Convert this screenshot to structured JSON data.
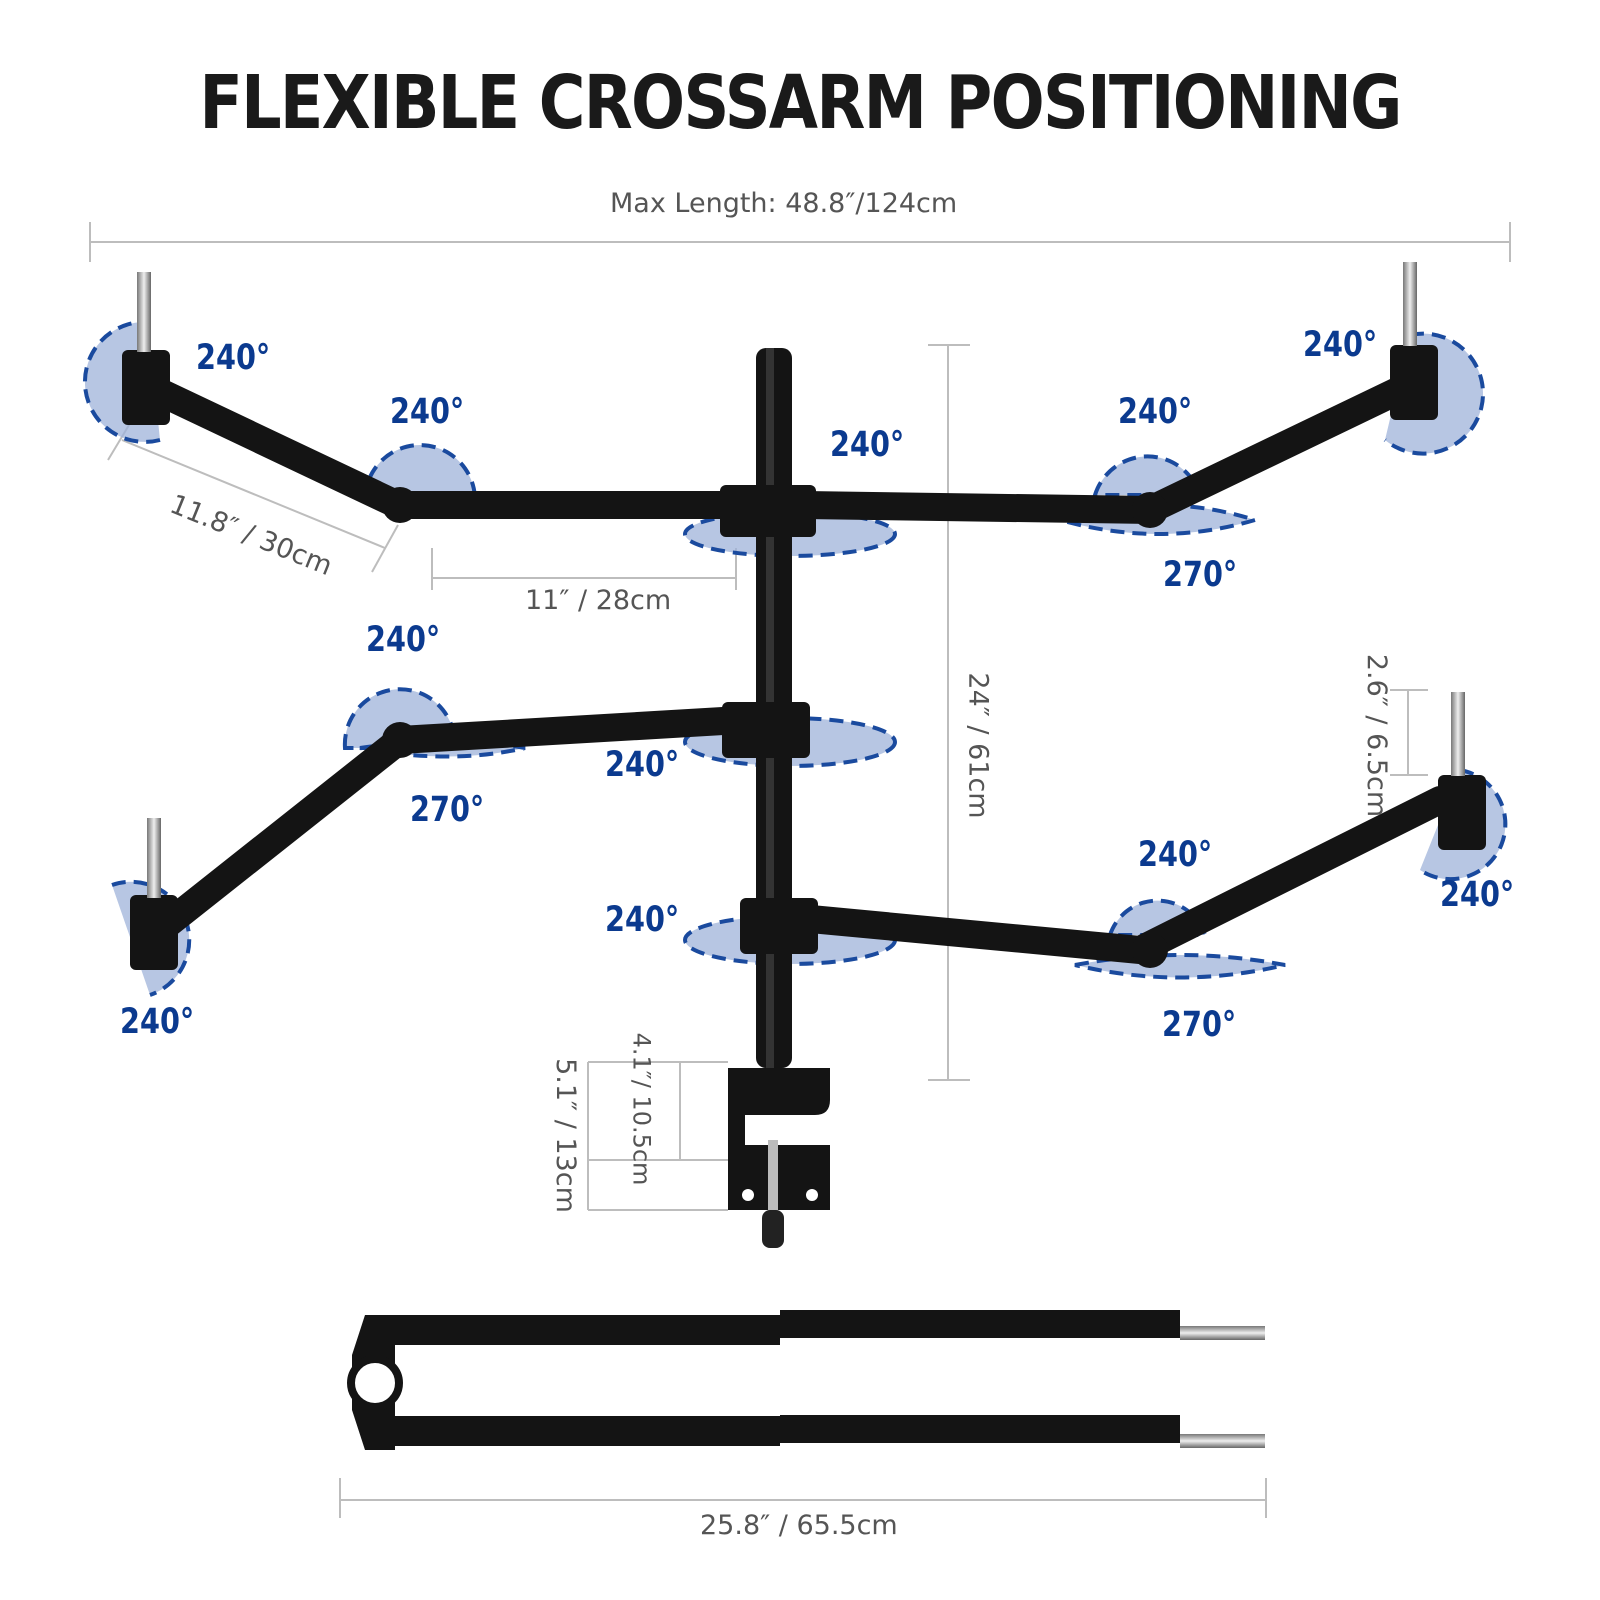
{
  "title": "FLEXIBLE CROSSARM POSITIONING",
  "colors": {
    "angle_text": "#0b3a8f",
    "rotation_fill": "#9fb3d9",
    "rotation_stroke": "#1a4a9e",
    "arm": "#141414",
    "dimension_line": "#bdbdbd",
    "dimension_text": "#555555"
  },
  "dimensions": {
    "max_length": "Max Length: 48.8″/124cm",
    "arm_segment": "11.8″ / 30cm",
    "center_offset": "11″ / 28cm",
    "pole_height": "24″ / 61cm",
    "spigot_height": "2.6″ / 6.5cm",
    "clamp_opening": "4.1″/ 10.5cm",
    "clamp_height": "5.1″ / 13cm",
    "folded_length": "25.8″ / 65.5cm"
  },
  "angles": {
    "top_left_end": "240°",
    "top_left_elbow": "240°",
    "top_center": "240°",
    "top_right_elbow": "240°",
    "top_right_end": "240°",
    "top_right_elbow_bottom": "270°",
    "mid_left_elbow": "240°",
    "mid_left_elbow_bottom": "270°",
    "mid_center": "240°",
    "low_left_end": "240°",
    "low_center": "240°",
    "low_right_elbow": "240°",
    "low_right_elbow_bottom": "270°",
    "low_right_end": "240°"
  }
}
